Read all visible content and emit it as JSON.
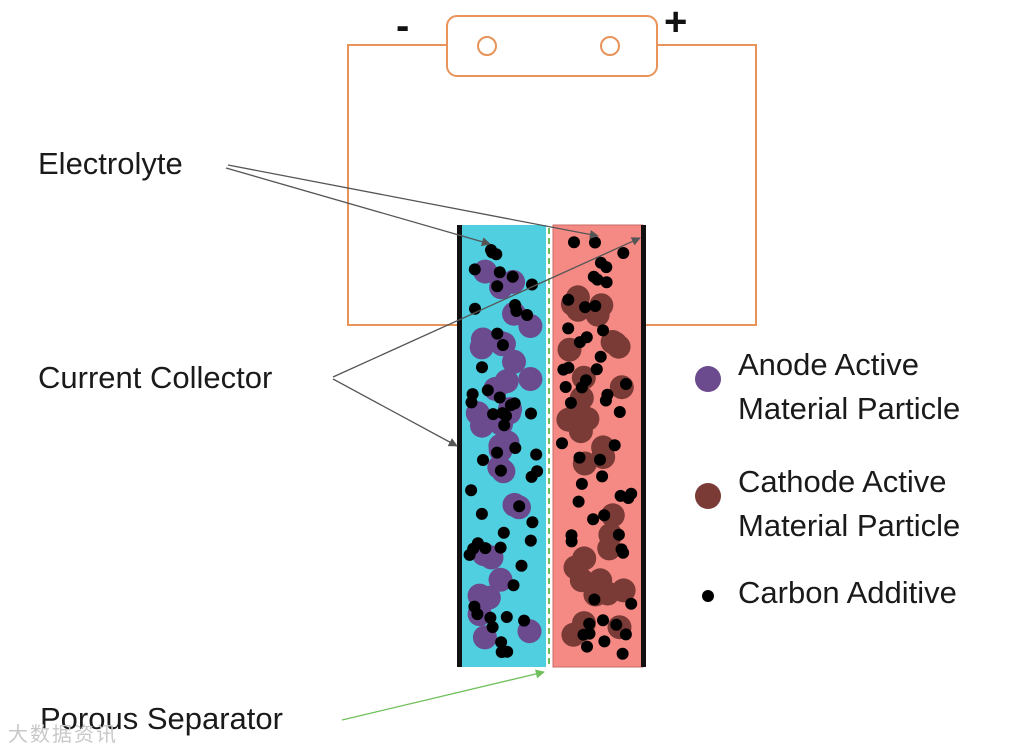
{
  "terminals": {
    "negative": "-",
    "positive": "+"
  },
  "labels": {
    "electrolyte": "Electrolyte",
    "current_collector": "Current Collector",
    "porous_separator": "Porous Separator"
  },
  "legend": [
    {
      "key": "anode",
      "label": "Anode Active\nMaterial Particle",
      "color": "#6b4a8e"
    },
    {
      "key": "cathode",
      "label": "Cathode Active\nMaterial Particle",
      "color": "#7a3a36"
    },
    {
      "key": "carbon",
      "label": "Carbon Additive",
      "color": "#000000"
    }
  ],
  "colors": {
    "wire": "#e8935a",
    "electrolyte_anode_side": "#4fcfe0",
    "electrolyte_cathode_side": "#f58a85",
    "collector": "#111111",
    "separator": "#6fbf5a",
    "arrow": "#555555"
  },
  "watermark": "大数据资讯"
}
